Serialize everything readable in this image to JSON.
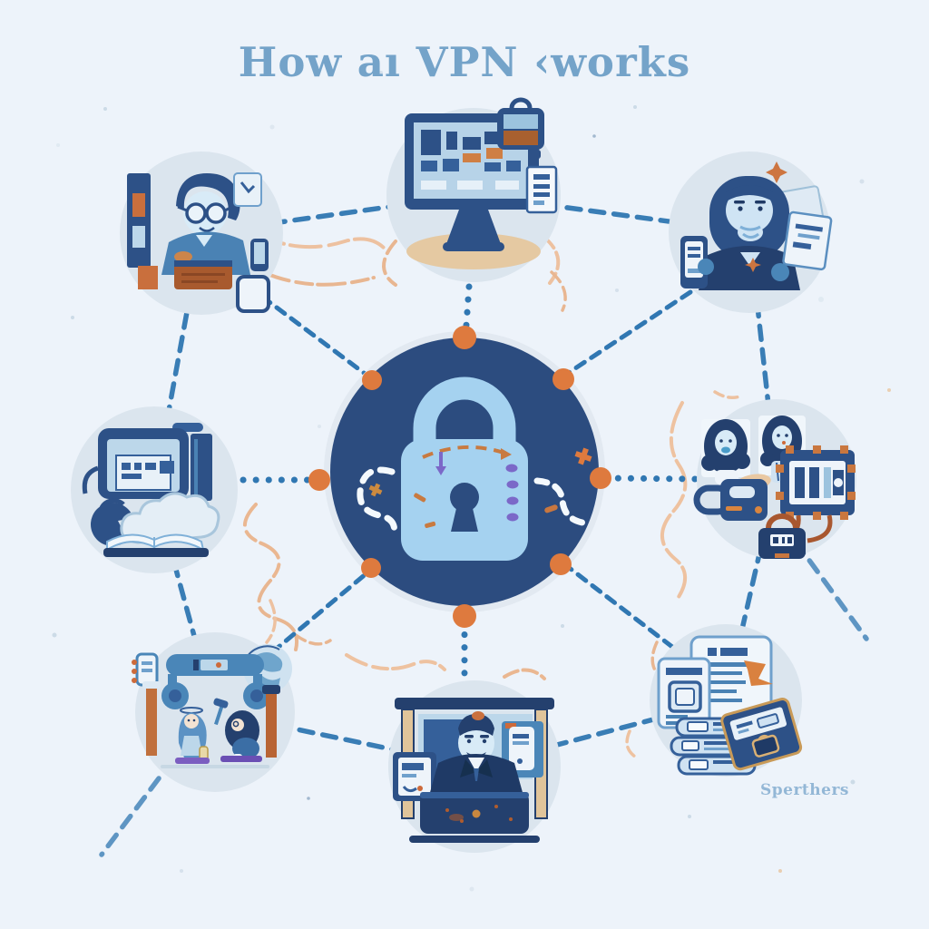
{
  "title": "How aı VPN ‹works",
  "watermark": "Sperthers",
  "palette": {
    "background": "#edf3fa",
    "title_text": "#74a3c9",
    "watermark_text": "#93b7d6",
    "center_circle": "#2c4c7f",
    "lock_body": "#a5d2f0",
    "node_circle": "#dbe5ee",
    "navy": "#2d5187",
    "deep_navy": "#24406e",
    "mid_blue": "#4a86b8",
    "dash_blue": "#3077b2",
    "accent_orange": "#de7a3e",
    "soft_orange": "#eeb58a",
    "tan": "#e5c9a2",
    "accent_purple": "#7b68c8"
  },
  "center": {
    "name": "vpn-encryption-hub",
    "icon": "padlock-icon"
  },
  "nodes": [
    {
      "position": "top",
      "name": "desktop-computer",
      "icon": "desktop-monitor-icon"
    },
    {
      "position": "top-right",
      "name": "user-with-phone-and-id",
      "icon": "bearded-user-icon"
    },
    {
      "position": "right",
      "name": "server-rack-with-users",
      "icon": "server-lock-icon"
    },
    {
      "position": "bottom-right",
      "name": "documents-stack",
      "icon": "documents-icon"
    },
    {
      "position": "bottom",
      "name": "person-at-laptop",
      "icon": "presenter-icon"
    },
    {
      "position": "bottom-left",
      "name": "security-gateway-globe",
      "icon": "gateway-globe-icon"
    },
    {
      "position": "left",
      "name": "cloud-storage-books",
      "icon": "cloud-book-icon"
    },
    {
      "position": "top-left",
      "name": "user-with-devices",
      "icon": "user-glasses-icon"
    }
  ],
  "connections": {
    "ring_segments": 8,
    "spokes_to_center": 8,
    "contact_dot_color": "#de7a3e"
  }
}
